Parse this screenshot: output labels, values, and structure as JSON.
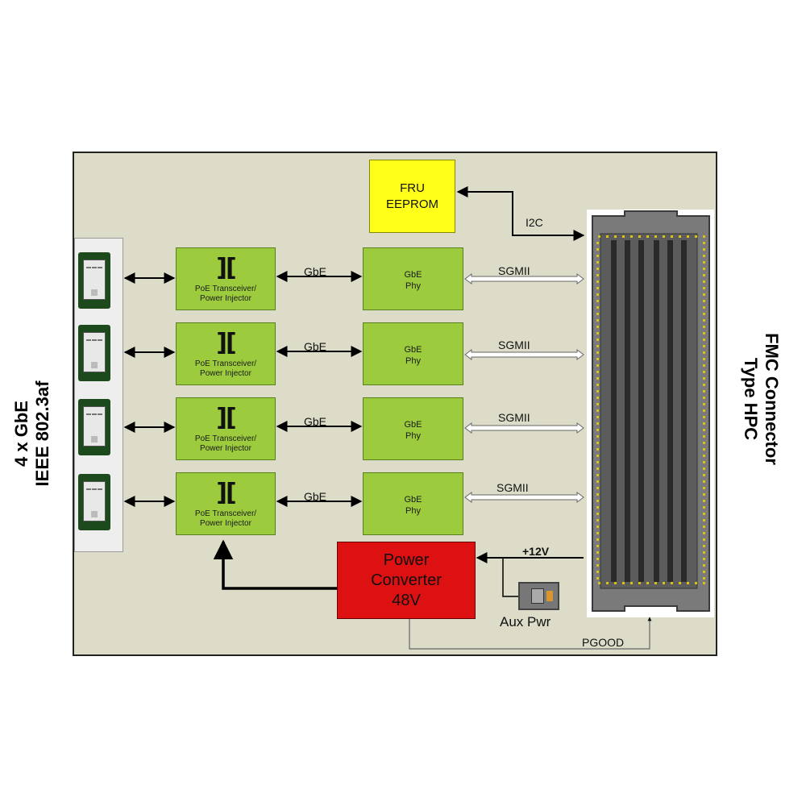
{
  "left_title": {
    "line1": "4 x GbE",
    "line2": "IEEE 802.3af"
  },
  "right_title": {
    "line1": "FMC Connector",
    "line2": "Type HPC"
  },
  "fru": {
    "line1": "FRU",
    "line2": "EEPROM"
  },
  "i2c_label": "I2C",
  "channels": [
    {
      "poe_line1": "PoE Transceiver/",
      "poe_line2": "Power Injector",
      "link": "GbE",
      "phy_line1": "GbE",
      "phy_line2": "Phy",
      "bus": "SGMII"
    },
    {
      "poe_line1": "PoE Transceiver/",
      "poe_line2": "Power Injector",
      "link": "GbE",
      "phy_line1": "GbE",
      "phy_line2": "Phy",
      "bus": "SGMII"
    },
    {
      "poe_line1": "PoE Transceiver/",
      "poe_line2": "Power Injector",
      "link": "GbE",
      "phy_line1": "GbE",
      "phy_line2": "Phy",
      "bus": "SGMII"
    },
    {
      "poe_line1": "PoE Transceiver/",
      "poe_line2": "Power Injector",
      "link": "GbE",
      "phy_line1": "GbE",
      "phy_line2": "Phy",
      "bus": "SGMII"
    }
  ],
  "power_converter": {
    "line1": "Power",
    "line2": "Converter",
    "line3": "48V"
  },
  "plus12v_label": "+12V",
  "aux_pwr_label": "Aux Pwr",
  "pgood_label": "PGOOD",
  "colors": {
    "board": "#dcdcc8",
    "block_green": "#9ccc3d",
    "fru_yellow": "#ffff1a",
    "power_red": "#dd1111",
    "jack_green": "#1d4a1d",
    "connector_gray": "#7a7a7a"
  },
  "icons": {
    "transformer": "transformer-icon",
    "rj45": "rj45-jack-icon",
    "aux_power": "aux-power-connector-icon"
  }
}
